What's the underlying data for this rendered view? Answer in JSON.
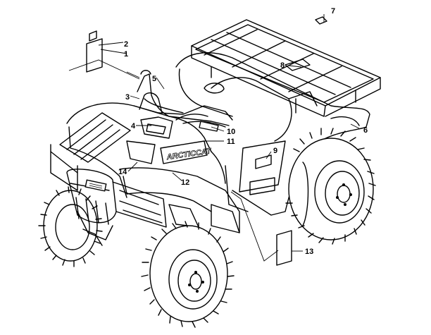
{
  "diagram": {
    "logo_text": "ARCTICCAT",
    "callouts": [
      {
        "id": "c1",
        "label": "1"
      },
      {
        "id": "c2",
        "label": "2"
      },
      {
        "id": "c3",
        "label": "3"
      },
      {
        "id": "c4",
        "label": "4"
      },
      {
        "id": "c5",
        "label": "5"
      },
      {
        "id": "c6",
        "label": "6"
      },
      {
        "id": "c7",
        "label": "7"
      },
      {
        "id": "c8",
        "label": "8"
      },
      {
        "id": "c9",
        "label": "9"
      },
      {
        "id": "c10",
        "label": "10"
      },
      {
        "id": "c11",
        "label": "11"
      },
      {
        "id": "c12",
        "label": "12"
      },
      {
        "id": "c13",
        "label": "13"
      },
      {
        "id": "c14",
        "label": "14"
      }
    ]
  }
}
